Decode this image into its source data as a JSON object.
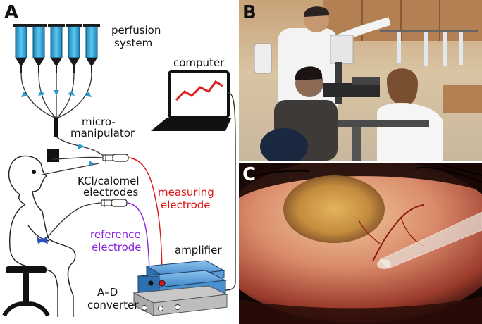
{
  "panels": {
    "a": "A",
    "b": "B",
    "c": "C"
  },
  "labels": {
    "perfusion_line1": "perfusion",
    "perfusion_line2": "system",
    "computer": "computer",
    "micro_line1": "micro-",
    "micro_line2": "manipulator",
    "kcl_line1": "KCl/calomel",
    "kcl_line2": "electrodes",
    "measuring_line1": "measuring",
    "measuring_line2": "electrode",
    "reference_line1": "reference",
    "reference_line2": "electrode",
    "amplifier": "amplifier",
    "ad_line1": "A–D",
    "ad_line2": "converter"
  },
  "colors": {
    "syringe": "#2aa8d8",
    "measuring": "#e01515",
    "reference": "#8a24e0",
    "amplifier": "#4a8fd0",
    "flow_arrow": "#2a9ad0",
    "graph_line": "#e02020"
  },
  "images": {
    "clinic_photo": "photo-clinic-slit-lamp",
    "eye_photo": "photo-eye-closeup"
  }
}
